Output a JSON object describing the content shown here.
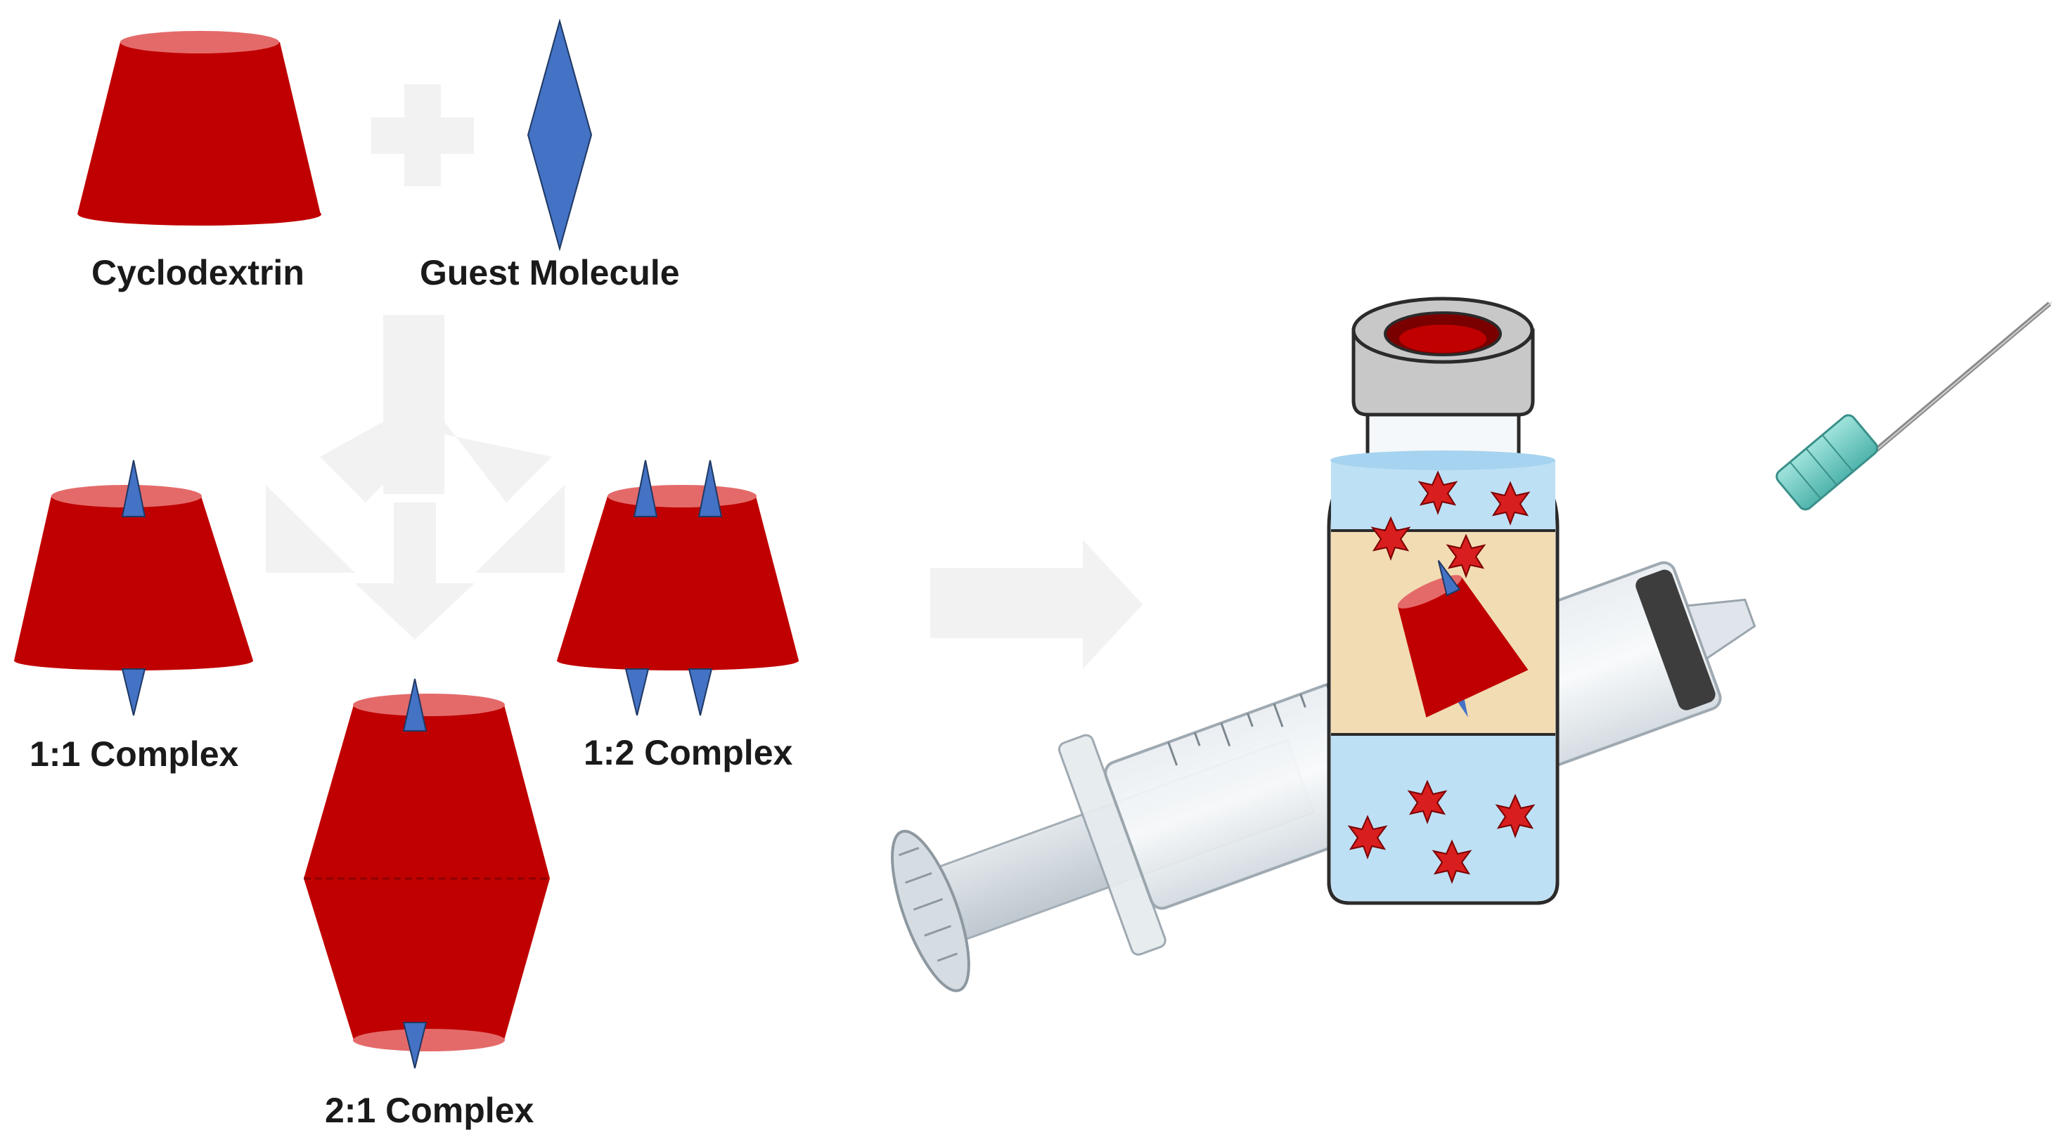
{
  "labels": {
    "cyclodextrin": "Cyclodextrin",
    "guest_molecule": "Guest Molecule",
    "complex_1_1": "1:1 Complex",
    "complex_1_2": "1:2 Complex",
    "complex_2_1": "2:1 Complex"
  },
  "colors": {
    "cyclodextrin_body": "#c00000",
    "cyclodextrin_rim": "#e46a6a",
    "guest": "#4472c4",
    "arrow": "#f2f2f2",
    "vial_cap": "#c8c8c8",
    "vial_solution": "#bde0f5",
    "vial_label": "#f2dcb3",
    "particles": "#d81e1e"
  },
  "icons": [
    "cyclodextrin-cone-icon",
    "guest-molecule-diamond-icon",
    "plus-icon",
    "split-arrow-icon",
    "right-arrow-icon",
    "vial-icon",
    "syringe-icon"
  ]
}
